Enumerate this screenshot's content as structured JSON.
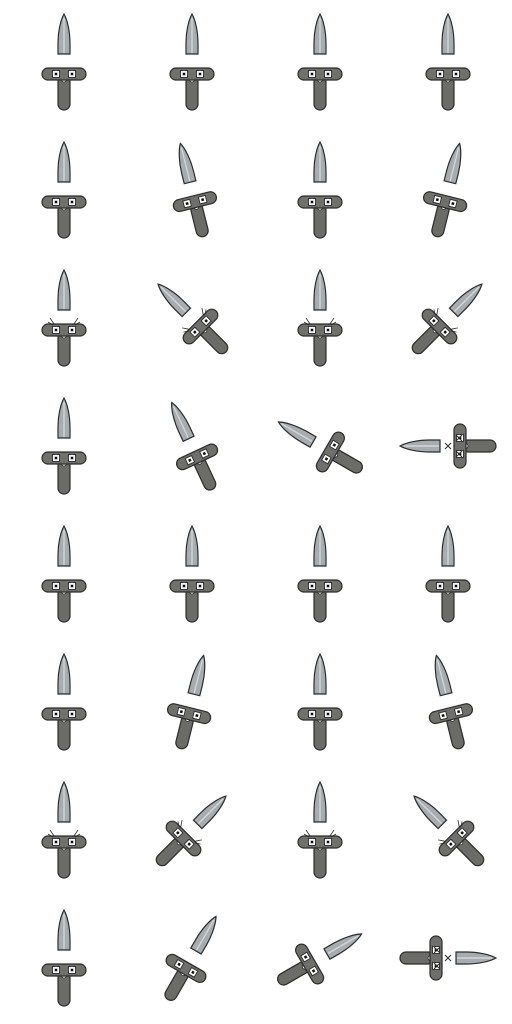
{
  "spritesheet": {
    "sprite": "dagger-icon",
    "colors": {
      "blade_fill": "#a7acb0",
      "blade_edge": "#d2d6d9",
      "outline": "#2b2b2b",
      "guard_fill": "#6f706c",
      "handle_fill": "#6b6c68",
      "rivet_fill": "#ffffff",
      "rivet_dot": "#111111",
      "background": "#ffffff"
    },
    "rows": [
      {
        "frames": [
          {
            "rotation": 0,
            "variant": "plain"
          },
          {
            "rotation": 0,
            "variant": "plain"
          },
          {
            "rotation": 0,
            "variant": "plain"
          },
          {
            "rotation": 0,
            "variant": "plain"
          }
        ]
      },
      {
        "frames": [
          {
            "rotation": 0,
            "variant": "plain"
          },
          {
            "rotation": -14,
            "variant": "plain"
          },
          {
            "rotation": 0,
            "variant": "plain"
          },
          {
            "rotation": 14,
            "variant": "plain"
          }
        ]
      },
      {
        "frames": [
          {
            "rotation": 0,
            "variant": "spark"
          },
          {
            "rotation": -45,
            "variant": "spark"
          },
          {
            "rotation": 0,
            "variant": "spark"
          },
          {
            "rotation": 45,
            "variant": "spark"
          }
        ]
      },
      {
        "frames": [
          {
            "rotation": 0,
            "variant": "plain"
          },
          {
            "rotation": -25,
            "variant": "plain"
          },
          {
            "rotation": -60,
            "variant": "plain"
          },
          {
            "rotation": -90,
            "variant": "crossed"
          }
        ]
      },
      {
        "frames": [
          {
            "rotation": 0,
            "variant": "plain"
          },
          {
            "rotation": 0,
            "variant": "plain"
          },
          {
            "rotation": 0,
            "variant": "plain"
          },
          {
            "rotation": 0,
            "variant": "plain"
          }
        ]
      },
      {
        "frames": [
          {
            "rotation": 0,
            "variant": "plain"
          },
          {
            "rotation": 14,
            "variant": "plain"
          },
          {
            "rotation": 0,
            "variant": "plain"
          },
          {
            "rotation": -14,
            "variant": "plain"
          }
        ]
      },
      {
        "frames": [
          {
            "rotation": 0,
            "variant": "spark"
          },
          {
            "rotation": 45,
            "variant": "spark"
          },
          {
            "rotation": 0,
            "variant": "spark"
          },
          {
            "rotation": -45,
            "variant": "spark"
          }
        ]
      },
      {
        "frames": [
          {
            "rotation": 0,
            "variant": "plain"
          },
          {
            "rotation": 30,
            "variant": "plain"
          },
          {
            "rotation": 60,
            "variant": "plain"
          },
          {
            "rotation": 90,
            "variant": "crossed"
          }
        ]
      }
    ]
  }
}
